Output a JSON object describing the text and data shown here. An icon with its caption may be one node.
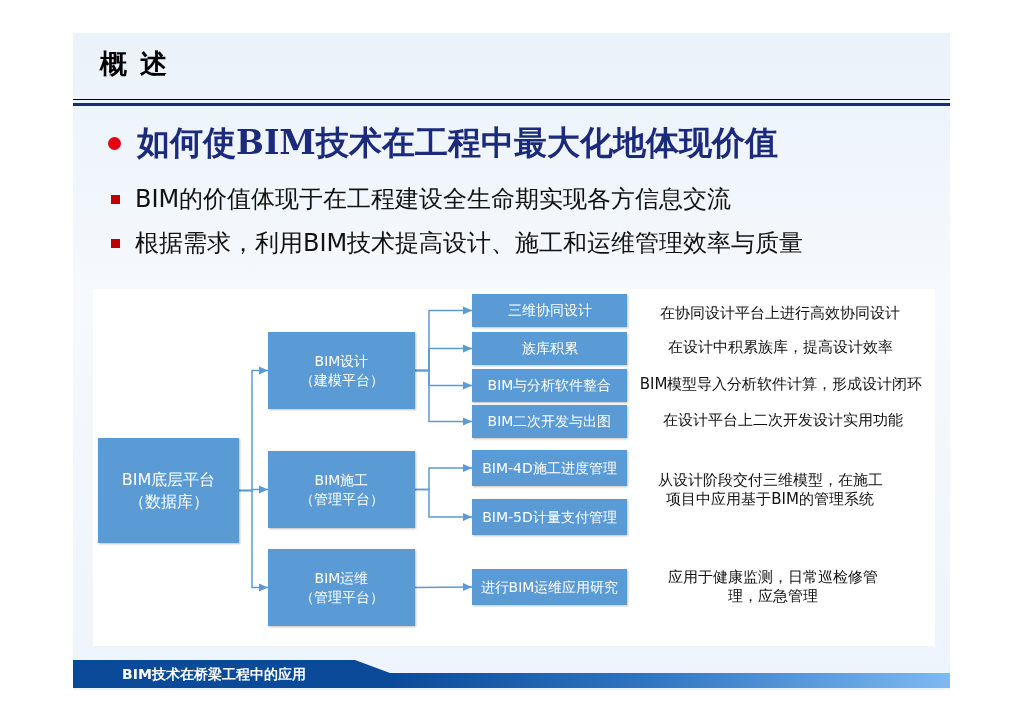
{
  "diagram": {
    "title": "概 述",
    "nodes": [
      {
        "text": [
          "BIM底层平台（数据库）"
        ]
      },
      {
        "text": [
          "BIM设计（建模平台）"
        ]
      },
      {
        "text": [
          "BIM施工（管理平台）"
        ]
      },
      {
        "text": [
          "BIM运维（管理平台）"
        ]
      },
      {
        "text": [
          "三维协同设计"
        ],
        "beside": [
          "在协同设计平台上进行高效协同设计"
        ]
      },
      {
        "text": [
          "族库积累"
        ],
        "beside": [
          "在设计中积累族库，提高设计效率"
        ]
      },
      {
        "text": [
          "BIM与分析软件整合"
        ],
        "beside": [
          "BIM模型导入分析软件计算，形成设计闭环"
        ]
      },
      {
        "text": [
          "BIM二次开发与出图"
        ],
        "beside": [
          "在设计平台上二次开发设计实用功能"
        ]
      },
      {
        "text": [
          "BIM-4D施工进度管理"
        ]
      },
      {
        "text": [
          "BIM-5D计量支付管理"
        ]
      },
      {
        "text": [
          "进行BIM运维应用研究"
        ],
        "beside": [
          "应用于健康监测，日常巡检修管理，应急管理"
        ]
      }
    ],
    "edges": [
      {
        "from": 0,
        "to": 1,
        "arrow": "to"
      },
      {
        "from": 0,
        "to": 2,
        "arrow": "to"
      },
      {
        "from": 0,
        "to": 3,
        "arrow": "to"
      },
      {
        "from": 1,
        "to": 4,
        "arrow": "to"
      },
      {
        "from": 1,
        "to": 5,
        "arrow": "to"
      },
      {
        "from": 1,
        "to": 6,
        "arrow": "to"
      },
      {
        "from": 1,
        "to": 7,
        "arrow": "to"
      },
      {
        "from": 2,
        "to": 8,
        "arrow": "to"
      },
      {
        "from": 2,
        "to": 9,
        "arrow": "to"
      },
      {
        "from": 3,
        "to": 10,
        "arrow": "to"
      }
    ],
    "labels": [
      "如何使BIM技术在工程中最大化地体现价值",
      "BIM的价值体现于在工程建设全生命期实现各方信息交流",
      "根据需求，利用BIM技术提高设计、施工和运维管理效率与质量",
      "从设计阶段交付三维模型，在施工项目中应用基于BIM的管理系统",
      "BIM技术在桥梁工程中的应用"
    ]
  }
}
